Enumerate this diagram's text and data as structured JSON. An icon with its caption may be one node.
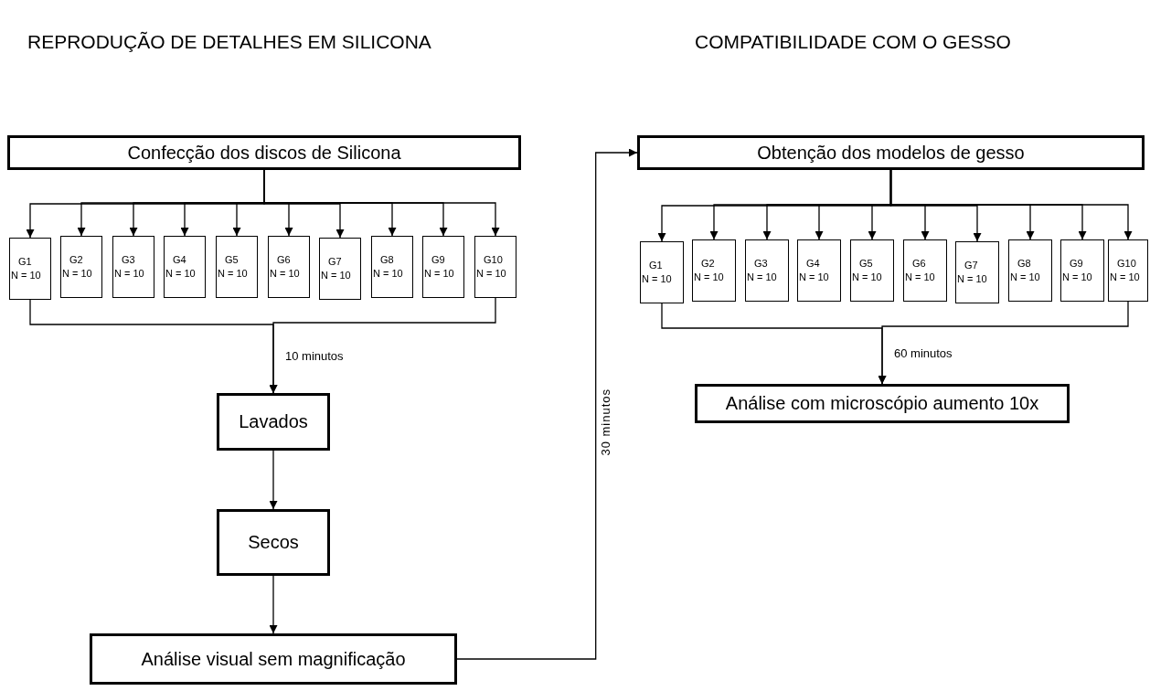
{
  "diagram": {
    "nodes": [
      {
        "text": [
          "Confecção dos discos de Silicona"
        ]
      },
      {
        "text": [
          "G1",
          "N = 10"
        ]
      },
      {
        "text": [
          "G2",
          "N = 10"
        ]
      },
      {
        "text": [
          "G3",
          "N = 10"
        ]
      },
      {
        "text": [
          "G4",
          "N = 10"
        ]
      },
      {
        "text": [
          "G5",
          "N = 10"
        ]
      },
      {
        "text": [
          "G6",
          "N = 10"
        ]
      },
      {
        "text": [
          "G7",
          "N = 10"
        ]
      },
      {
        "text": [
          "G8",
          "N = 10"
        ]
      },
      {
        "text": [
          "G9",
          "N = 10"
        ]
      },
      {
        "text": [
          "G10",
          "N = 10"
        ]
      },
      {
        "text": [
          "Lavados"
        ]
      },
      {
        "text": [
          "Secos"
        ]
      },
      {
        "text": [
          "Análise visual sem magnificação"
        ]
      },
      {
        "text": [
          "Obtenção dos modelos de gesso"
        ]
      },
      {
        "text": [
          "G1",
          "N = 10"
        ]
      },
      {
        "text": [
          "G2",
          "N = 10"
        ]
      },
      {
        "text": [
          "G3",
          "N = 10"
        ]
      },
      {
        "text": [
          "G4",
          "N = 10"
        ]
      },
      {
        "text": [
          "G5",
          "N = 10"
        ]
      },
      {
        "text": [
          "G6",
          "N = 10"
        ]
      },
      {
        "text": [
          "G7",
          "N = 10"
        ]
      },
      {
        "text": [
          "G8",
          "N = 10"
        ]
      },
      {
        "text": [
          "G9",
          "N = 10"
        ]
      },
      {
        "text": [
          "G10",
          "N = 10"
        ]
      },
      {
        "text": [
          "Análise com microscópio aumento 10x"
        ]
      }
    ],
    "edges": [
      {
        "from": 0,
        "to": 1,
        "arrow": "to"
      },
      {
        "from": 0,
        "to": 2,
        "arrow": "to"
      },
      {
        "from": 0,
        "to": 3,
        "arrow": "to"
      },
      {
        "from": 0,
        "to": 4,
        "arrow": "to"
      },
      {
        "from": 0,
        "to": 5,
        "arrow": "to"
      },
      {
        "from": 0,
        "to": 6,
        "arrow": "to"
      },
      {
        "from": 0,
        "to": 7,
        "arrow": "to"
      },
      {
        "from": 0,
        "to": 8,
        "arrow": "to"
      },
      {
        "from": 0,
        "to": 9,
        "arrow": "to"
      },
      {
        "from": 0,
        "to": 10,
        "arrow": "to"
      },
      {
        "from": 1,
        "to": 11,
        "arrow": "to",
        "label": "10 minutos"
      },
      {
        "from": 10,
        "to": 11,
        "arrow": "to"
      },
      {
        "from": 11,
        "to": 12,
        "arrow": "to"
      },
      {
        "from": 12,
        "to": 13,
        "arrow": "to"
      },
      {
        "from": 13,
        "to": 14,
        "arrow": "to",
        "label": "30 minutos"
      },
      {
        "from": 14,
        "to": 15,
        "arrow": "to"
      },
      {
        "from": 14,
        "to": 16,
        "arrow": "to"
      },
      {
        "from": 14,
        "to": 17,
        "arrow": "to"
      },
      {
        "from": 14,
        "to": 18,
        "arrow": "to"
      },
      {
        "from": 14,
        "to": 19,
        "arrow": "to"
      },
      {
        "from": 14,
        "to": 20,
        "arrow": "to"
      },
      {
        "from": 14,
        "to": 21,
        "arrow": "to"
      },
      {
        "from": 14,
        "to": 22,
        "arrow": "to"
      },
      {
        "from": 14,
        "to": 23,
        "arrow": "to"
      },
      {
        "from": 14,
        "to": 24,
        "arrow": "to"
      },
      {
        "from": 15,
        "to": 25,
        "arrow": "to",
        "label": "60 minutos"
      },
      {
        "from": 24,
        "to": 25,
        "arrow": "to"
      }
    ],
    "labels": [
      "REPRODUÇÃO DE DETALHES EM SILICONA",
      "COMPATIBILIDADE COM O GESSO"
    ]
  }
}
